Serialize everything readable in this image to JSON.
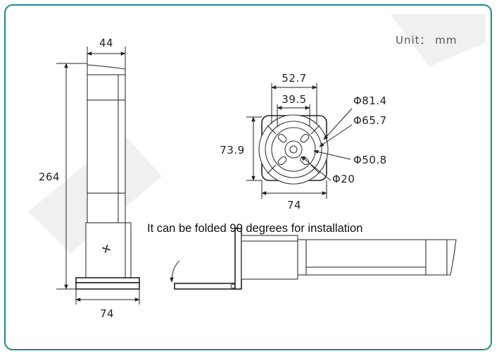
{
  "unit_label": "Unit： mm",
  "note": "It can be folded 90 degrees for installation",
  "side_view": {
    "top_width": "44",
    "height": "264",
    "base_width": "74"
  },
  "base_view": {
    "hole_spacing_outer": "52.7",
    "hole_spacing_inner": "39.5",
    "side_length": "73.9",
    "width": "74",
    "dia_81_4": "Φ81.4",
    "dia_65_7": "Φ65.7",
    "dia_50_8": "Φ50.8",
    "dia_20": "Φ20"
  },
  "colors": {
    "frame": "#1a8a8c",
    "watermark": "#f0f0f0"
  }
}
